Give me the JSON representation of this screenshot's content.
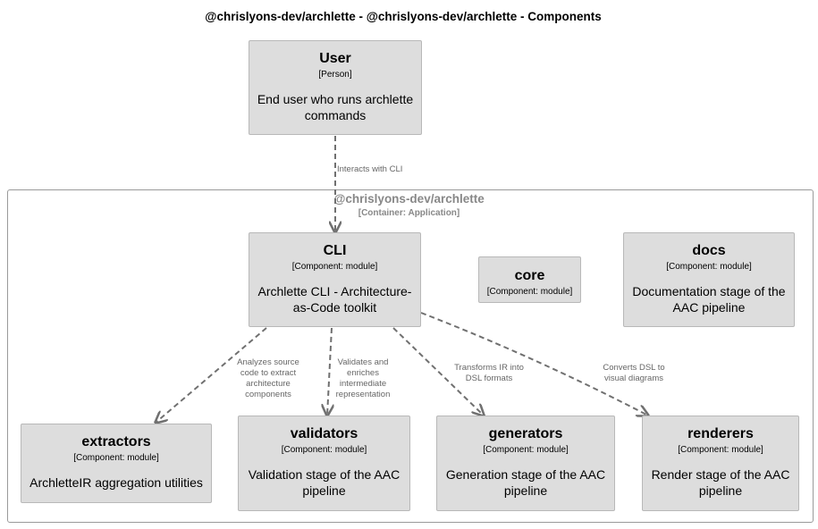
{
  "diagram": {
    "title": "@chrislyons-dev/archlette - @chrislyons-dev/archlette - Components",
    "boundary": {
      "name": "@chrislyons-dev/archlette",
      "type": "[Container: Application]"
    },
    "nodes": {
      "user": {
        "name": "User",
        "type": "[Person]",
        "desc": "End user who runs archlette commands"
      },
      "cli": {
        "name": "CLI",
        "type": "[Component: module]",
        "desc": "Archlette CLI - Architecture-as-Code toolkit"
      },
      "core": {
        "name": "core",
        "type": "[Component: module]"
      },
      "docs": {
        "name": "docs",
        "type": "[Component: module]",
        "desc": "Documentation stage of the AAC pipeline"
      },
      "extractors": {
        "name": "extractors",
        "type": "[Component: module]",
        "desc": "ArchletteIR aggregation utilities"
      },
      "validators": {
        "name": "validators",
        "type": "[Component: module]",
        "desc": "Validation stage of the AAC pipeline"
      },
      "generators": {
        "name": "generators",
        "type": "[Component: module]",
        "desc": "Generation stage of the AAC pipeline"
      },
      "renderers": {
        "name": "renderers",
        "type": "[Component: module]",
        "desc": "Render stage of the AAC pipeline"
      }
    },
    "edges": {
      "user_cli": "Interacts with CLI",
      "cli_extractors": "Analyzes source code to extract architecture components",
      "cli_validators": "Validates and enriches intermediate representation",
      "cli_generators": "Transforms IR into DSL formats",
      "cli_renderers": "Converts DSL to visual diagrams"
    },
    "colors": {
      "node_fill": "#dddddd",
      "edge": "#707070",
      "boundary_text": "#888888"
    }
  }
}
